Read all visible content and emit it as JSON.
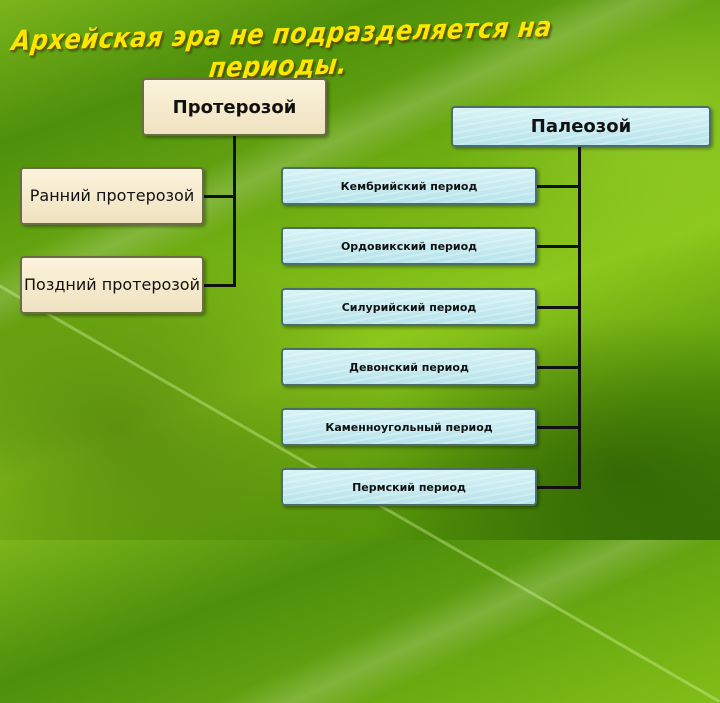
{
  "title": "Архейская эра не подразделяется на периоды.",
  "proterozoic": {
    "label": "Протерозой",
    "children": [
      "Ранний протерозой",
      "Поздний протерозой"
    ]
  },
  "paleozoic": {
    "label": "Палеозой",
    "periods": [
      "Кембрийский период",
      "Ордовикский период",
      "Силурийский период",
      "Девонский период",
      "Каменноугольный период",
      "Пермский период"
    ]
  },
  "colors": {
    "title": "#ffe600",
    "tan_box": "#efe2c0",
    "blue_box": "#b6e3ea"
  }
}
